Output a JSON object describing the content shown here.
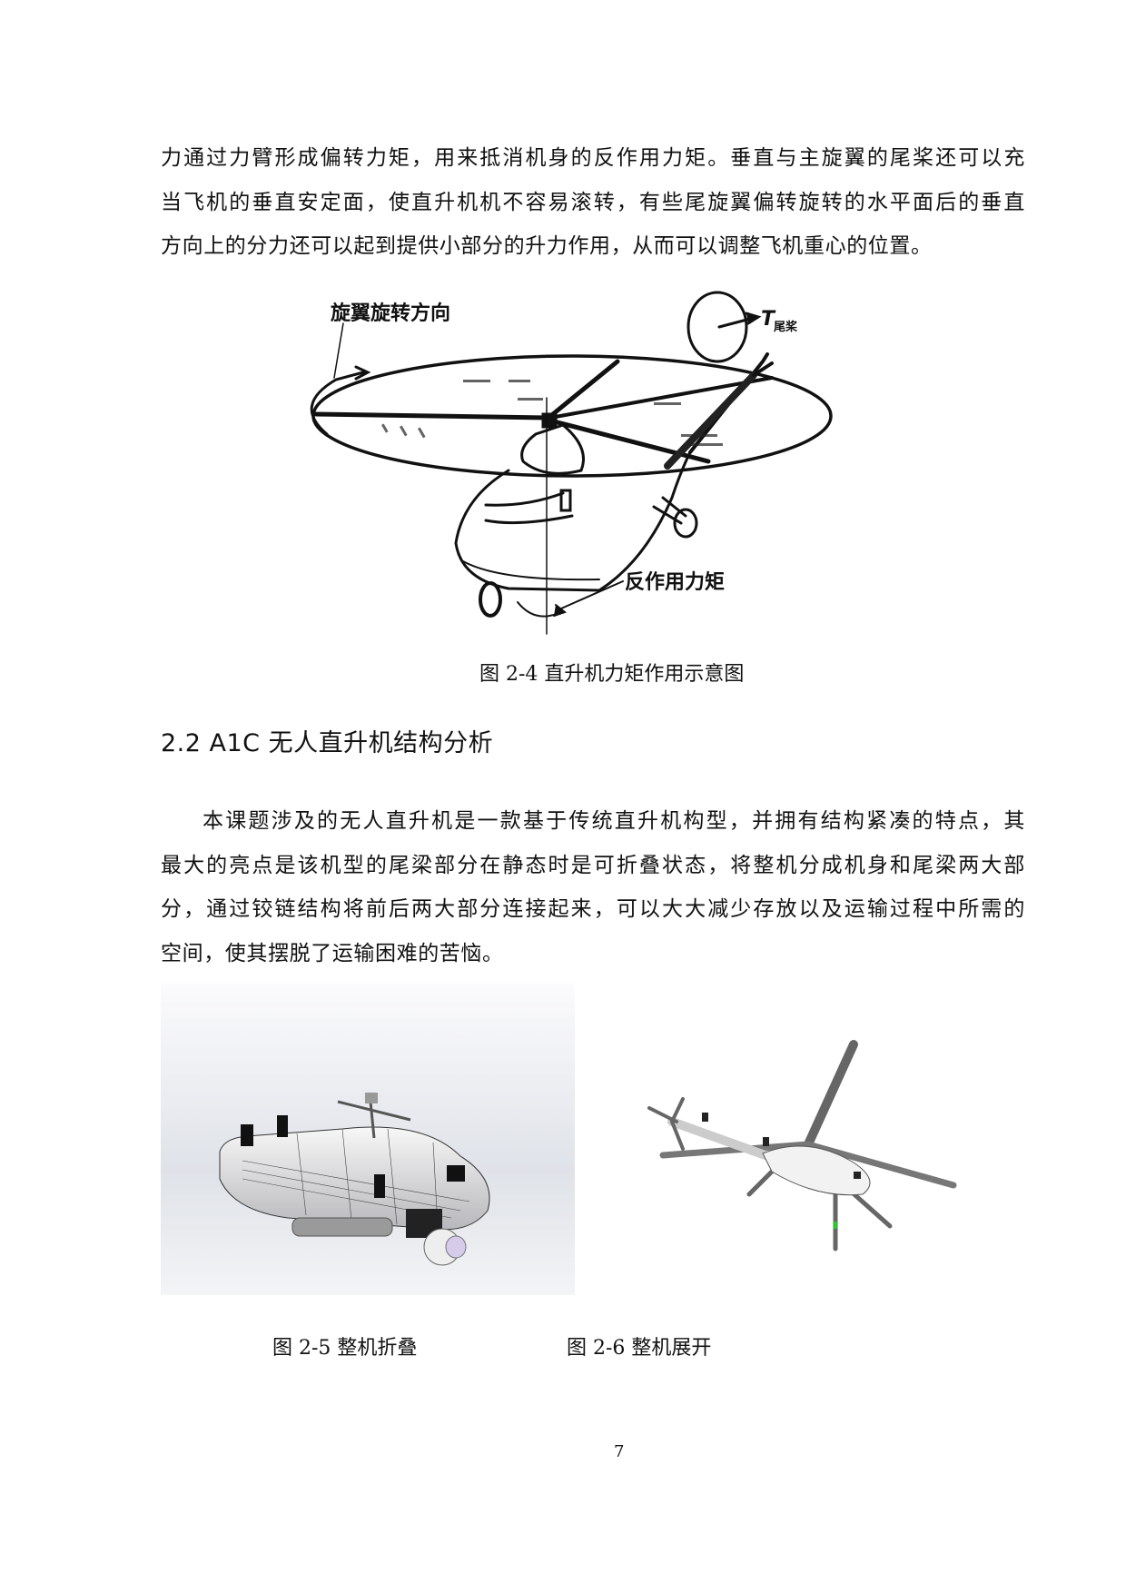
{
  "paragraph1": {
    "lines": [
      "力通过力臂形成偏转力矩，用来抵消机身的反作用力矩。垂直与主旋翼的尾桨还可以充",
      "当飞机的垂直安定面，使直升机机不容易滚转，有些尾旋翼偏转旋转的水平面后的垂直",
      "方向上的分力还可以起到提供小部分的升力作用，从而可以调整飞机重心的位置。"
    ]
  },
  "figure_2_4": {
    "labels": {
      "rotation_direction": "旋翼旋转方向",
      "tail_thrust_symbol": "T",
      "tail_thrust_subscript": "尾桨",
      "reaction_torque": "反作用力矩"
    },
    "caption": "图 2-4  直升机力矩作用示意图"
  },
  "section_heading": "2.2 A1C 无人直升机结构分析",
  "paragraph2": {
    "lines": [
      "本课题涉及的无人直升机是一款基于传统直升机构型，并拥有结构紧凑的特点，其",
      "最大的亮点是该机型的尾梁部分在静态时是可折叠状态，将整机分成机身和尾梁两大部",
      "分，通过铰链结构将前后两大部分连接起来，可以大大减少存放以及运输过程中所需的",
      "空间，使其摆脱了运输困难的苦恼。"
    ]
  },
  "figure_2_5": {
    "caption": "图 2-5 整机折叠"
  },
  "figure_2_6": {
    "caption": "图 2-6 整机展开"
  },
  "page_number": "7"
}
